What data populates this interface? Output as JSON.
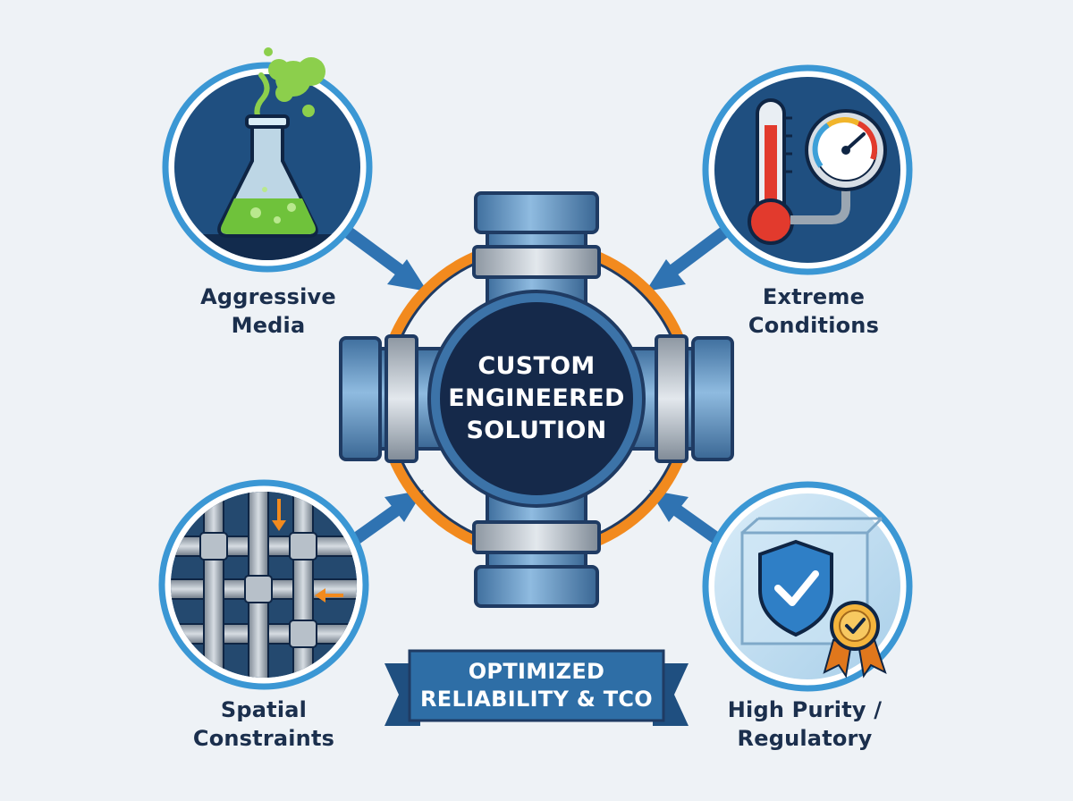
{
  "center": {
    "line1": "CUSTOM",
    "line2": "ENGINEERED",
    "line3": "SOLUTION"
  },
  "challenges": {
    "aggressive": {
      "line1": "Aggressive",
      "line2": "Media",
      "icon": "flask-icon"
    },
    "extreme": {
      "line1": "Extreme",
      "line2": "Conditions",
      "icon": "thermometer-gauge-icon"
    },
    "spatial": {
      "line1": "Spatial",
      "line2": "Constraints",
      "icon": "pipe-network-icon"
    },
    "purity": {
      "line1": "High Purity /",
      "line2": "Regulatory",
      "icon": "shield-badge-icon"
    }
  },
  "banner": {
    "line1": "OPTIMIZED",
    "line2": "RELIABILITY & TCO"
  },
  "colors": {
    "background": "#eef2f6",
    "navy": "#1f3b63",
    "ring": "#3b8fd1",
    "orange": "#f28a1e",
    "banner": "#2e6ea6",
    "text": "#1b2f4d"
  }
}
